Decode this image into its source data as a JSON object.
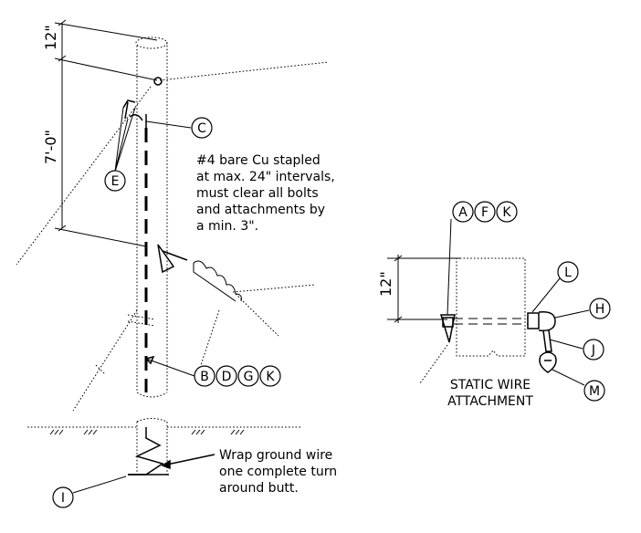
{
  "dimensions": {
    "top_offset": "12\"",
    "span": "7'-0\"",
    "static_offset": "12\""
  },
  "callouts": {
    "c": "C",
    "e": "E",
    "i": "I",
    "bdgk": [
      "B",
      "D",
      "G",
      "K"
    ],
    "afk": [
      "A",
      "F",
      "K"
    ],
    "l": "L",
    "h": "H",
    "j": "J",
    "m": "M"
  },
  "notes": {
    "ground_wire": [
      "#4 bare Cu stapled",
      "at max. 24\" intervals,",
      "must clear all bolts",
      "and attachments by",
      "a min. 3\"."
    ],
    "wrap": [
      "Wrap ground wire",
      "one complete turn",
      "around butt."
    ],
    "static_caption": [
      "STATIC WIRE",
      "ATTACHMENT"
    ]
  }
}
